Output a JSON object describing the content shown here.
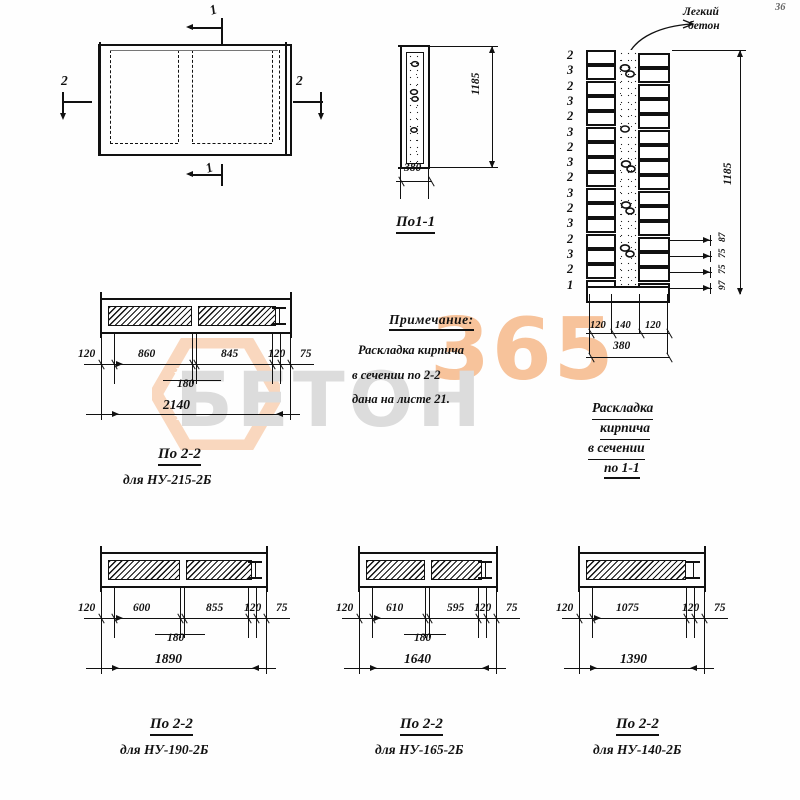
{
  "sheet": {
    "doc_kind": "Engineering blueprint sheet — masonry lintel sections",
    "language": "ru",
    "corner_mark": "36"
  },
  "watermark": {
    "number": "365",
    "word": "БЕТОН",
    "logo_name": "hexagon-chevron-logo",
    "color_orange": "#f6b98a",
    "color_grey": "#dcdcdc"
  },
  "plan_view": {
    "name": "plan-view",
    "section_marks": [
      {
        "label": "1",
        "position": "top"
      },
      {
        "label": "1",
        "position": "bottom"
      },
      {
        "label": "2",
        "position": "left"
      },
      {
        "label": "2",
        "position": "right"
      }
    ]
  },
  "section_1_1": {
    "title": "По1-1",
    "width_mm": "380",
    "height_mm": "1185",
    "fill_label": "light-concrete-speckle"
  },
  "brick_layout": {
    "callout": {
      "line1": "Легкий",
      "line2": "бетон"
    },
    "course_numbers": [
      "2",
      "3",
      "2",
      "3",
      "2",
      "3",
      "2",
      "3",
      "2",
      "3",
      "2",
      "3",
      "2",
      "3",
      "2",
      "1"
    ],
    "right_dims": [
      "87",
      "75",
      "75",
      "97"
    ],
    "overall_height": "1185",
    "bottom_dims": [
      "120",
      "140",
      "120"
    ],
    "bottom_total": "380",
    "caption": {
      "l1": "Раскладка",
      "l2": "кирпича",
      "l3": "в сечении",
      "l4": "по 1-1"
    }
  },
  "note": {
    "title": "Примечание:",
    "line1": "Раскладка   кирпича",
    "line2": "в  сечении       по  2-2",
    "line3": "дана   на   листе  21."
  },
  "sections_2_2": [
    {
      "id": "nu-215-2b",
      "title": "По 2-2",
      "subtitle": "для НУ-215-2Б",
      "dims": {
        "left_edge": "120",
        "span_a": "860",
        "span_b": "845",
        "near_right": "120",
        "far_right": "75",
        "inner": "180",
        "total": "2140"
      },
      "bar_count": 2
    },
    {
      "id": "nu-190-2b",
      "title": "По 2-2",
      "subtitle": "для НУ-190-2Б",
      "dims": {
        "left_edge": "120",
        "span_a": "600",
        "span_b": "855",
        "near_right": "120",
        "far_right": "75",
        "inner": "180",
        "total": "1890"
      },
      "bar_count": 2
    },
    {
      "id": "nu-165-2b",
      "title": "По 2-2",
      "subtitle": "для НУ-165-2Б",
      "dims": {
        "left_edge": "120",
        "span_a": "610",
        "span_b": "595",
        "near_right": "120",
        "far_right": "75",
        "inner": "180",
        "total": "1640"
      },
      "bar_count": 2
    },
    {
      "id": "nu-140-2b",
      "title": "По 2-2",
      "subtitle": "для НУ-140-2Б",
      "dims": {
        "left_edge": "120",
        "span_a": "1075",
        "span_b": "",
        "near_right": "120",
        "far_right": "75",
        "inner": "",
        "total": "1390"
      },
      "bar_count": 1
    }
  ]
}
